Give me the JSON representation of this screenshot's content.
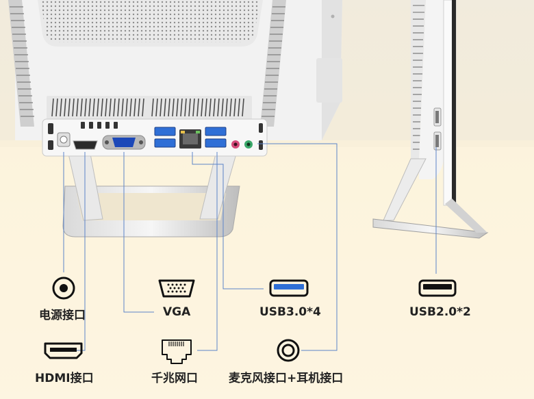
{
  "ports": [
    {
      "id": "power",
      "label": "电源接口",
      "icon": "power-port-icon"
    },
    {
      "id": "vga",
      "label": "VGA",
      "icon": "vga-port-icon"
    },
    {
      "id": "usb3",
      "label": "USB3.0*4",
      "icon": "usb3-port-icon"
    },
    {
      "id": "usb2",
      "label": "USB2.0*2",
      "icon": "usb2-port-icon"
    },
    {
      "id": "hdmi",
      "label": "HDMI接口",
      "icon": "hdmi-port-icon"
    },
    {
      "id": "lan",
      "label": "千兆网口",
      "icon": "ethernet-port-icon"
    },
    {
      "id": "audio",
      "label": "麦克风接口+耳机接口",
      "icon": "audio-jack-icon"
    }
  ],
  "colors": {
    "background": "#fdf6e6",
    "product_white": "#f4f4f4",
    "port_blue": "#2f6fd6",
    "leader_line": "#5c84c8",
    "mic_pink": "#d64b7a",
    "audio_green": "#3aa86a"
  }
}
